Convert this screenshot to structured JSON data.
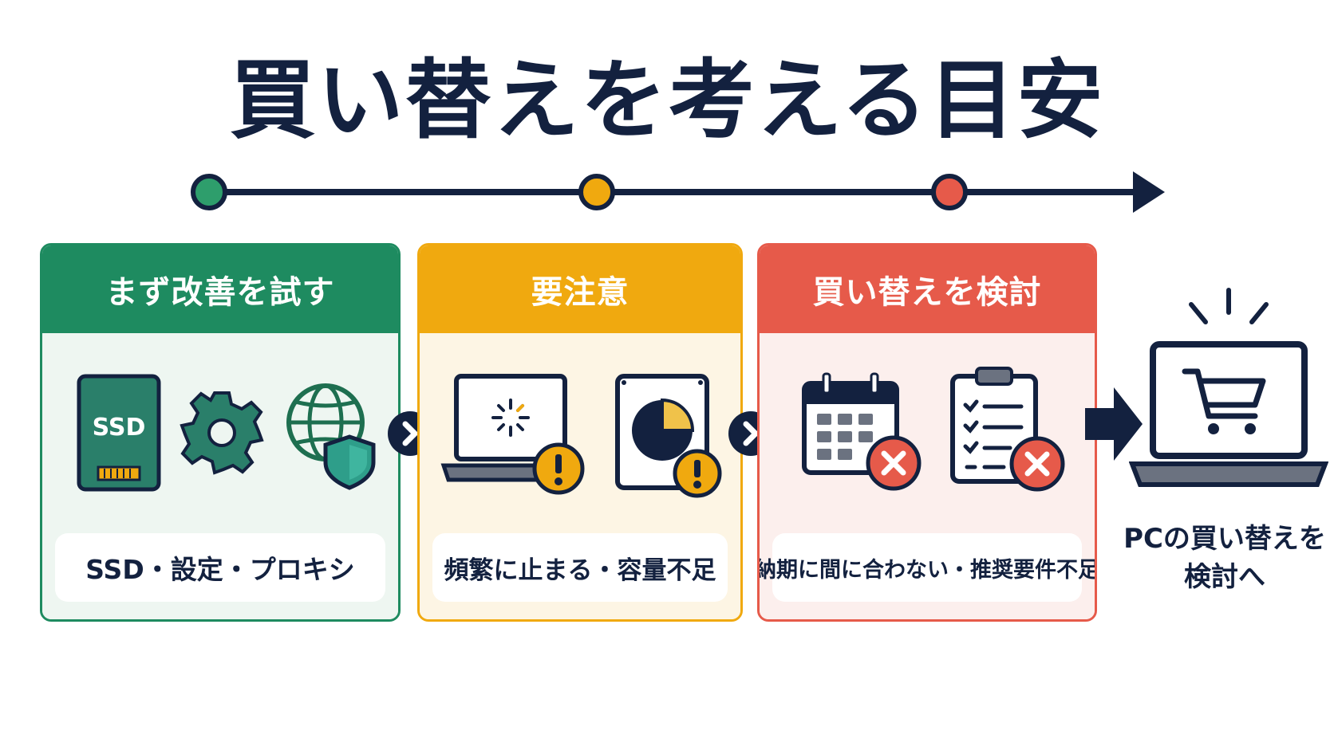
{
  "title": "買い替えを考える目安",
  "colors": {
    "navy": "#13213f",
    "green": "#1e8b60",
    "yellow": "#f0a90f",
    "red": "#e65a4a"
  },
  "stages": [
    {
      "heading": "まず改善を試す",
      "label": "SSD・設定・プロキシ",
      "icons": [
        "ssd-icon",
        "gear-icon",
        "globe-shield-icon"
      ],
      "ssd_text": "SSD"
    },
    {
      "heading": "要注意",
      "label": "頻繁に止まる・容量不足",
      "icons": [
        "laptop-loading-warning-icon",
        "disk-full-warning-icon"
      ]
    },
    {
      "heading": "買い替えを検討",
      "label": "納期に間に合わない・推奨要件不足",
      "icons": [
        "calendar-x-icon",
        "checklist-x-icon"
      ]
    }
  ],
  "final": {
    "line1": "PCの買い替えを",
    "line2": "検討へ",
    "icon": "laptop-cart-icon"
  }
}
